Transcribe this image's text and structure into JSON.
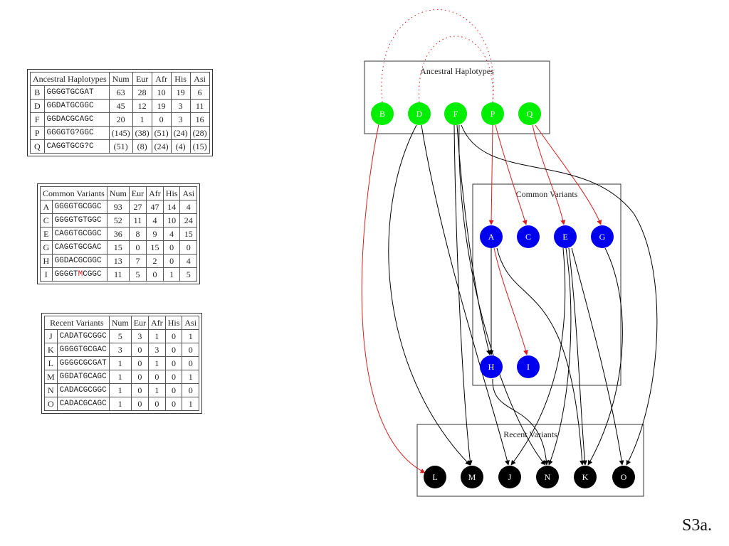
{
  "figure_label": "S3a.",
  "tables": {
    "ancestral": {
      "title": "Ancestral Haplotypes",
      "columns": [
        "Num",
        "Eur",
        "Afr",
        "His",
        "Asi"
      ],
      "rows": [
        {
          "id": "B",
          "seq": "GGGGTGCGAT",
          "vals": [
            "63",
            "28",
            "10",
            "19",
            "6"
          ]
        },
        {
          "id": "D",
          "seq": "GGDATGCGGC",
          "vals": [
            "45",
            "12",
            "19",
            "3",
            "11"
          ]
        },
        {
          "id": "F",
          "seq": "GGDACGCAGC",
          "vals": [
            "20",
            "1",
            "0",
            "3",
            "16"
          ]
        },
        {
          "id": "P",
          "seq": "GGGGTG?GGC",
          "vals": [
            "(145)",
            "(38)",
            "(51)",
            "(24)",
            "(28)"
          ]
        },
        {
          "id": "Q",
          "seq": "CAGGTGCG?C",
          "vals": [
            "(51)",
            "(8)",
            "(24)",
            "(4)",
            "(15)"
          ]
        }
      ]
    },
    "common": {
      "title": "Common Variants",
      "columns": [
        "Num",
        "Eur",
        "Afr",
        "His",
        "Asi"
      ],
      "rows": [
        {
          "id": "A",
          "seq": "GGGGTGCGGC",
          "vals": [
            "93",
            "27",
            "47",
            "14",
            "4"
          ]
        },
        {
          "id": "C",
          "seq": "GGGGTGTGGC",
          "vals": [
            "52",
            "11",
            "4",
            "10",
            "24"
          ]
        },
        {
          "id": "E",
          "seq": "CAGGTGCGGC",
          "vals": [
            "36",
            "8",
            "9",
            "4",
            "15"
          ]
        },
        {
          "id": "G",
          "seq": "CAGGTGCGAC",
          "vals": [
            "15",
            "0",
            "15",
            "0",
            "0"
          ]
        },
        {
          "id": "H",
          "seq": "GGDACGCGGC",
          "vals": [
            "13",
            "7",
            "2",
            "0",
            "4"
          ]
        },
        {
          "id": "I",
          "seq_pre": "GGGGT",
          "seq_mid": "M",
          "seq_post": "CGGC",
          "vals": [
            "11",
            "5",
            "0",
            "1",
            "5"
          ]
        }
      ]
    },
    "recent": {
      "title": "Recent Variants",
      "columns": [
        "Num",
        "Eur",
        "Afr",
        "His",
        "Asi"
      ],
      "rows": [
        {
          "id": "J",
          "seq": "CADATGCGGC",
          "vals": [
            "5",
            "3",
            "1",
            "0",
            "1"
          ]
        },
        {
          "id": "K",
          "seq": "GGGGTGCGAC",
          "vals": [
            "3",
            "0",
            "3",
            "0",
            "0"
          ]
        },
        {
          "id": "L",
          "seq": "GGGGCGCGAT",
          "vals": [
            "1",
            "0",
            "1",
            "0",
            "0"
          ]
        },
        {
          "id": "M",
          "seq": "GGDATGCAGC",
          "vals": [
            "1",
            "0",
            "0",
            "0",
            "1"
          ]
        },
        {
          "id": "N",
          "seq": "CADACGCGGC",
          "vals": [
            "1",
            "0",
            "1",
            "0",
            "0"
          ]
        },
        {
          "id": "O",
          "seq": "CADACGCAGC",
          "vals": [
            "1",
            "0",
            "0",
            "0",
            "1"
          ]
        }
      ]
    }
  },
  "graph": {
    "colors": {
      "ancestral": "#00ee00",
      "common": "#0000ee",
      "recent": "#000000",
      "red_edge": "#d62020",
      "black_edge": "#000000"
    },
    "clusters": [
      {
        "id": "ancestral",
        "label": "Ancestral Haplotypes"
      },
      {
        "id": "common",
        "label": "Common Variants"
      },
      {
        "id": "recent",
        "label": "Recent Variants"
      }
    ],
    "nodes": [
      {
        "id": "B",
        "group": "ancestral"
      },
      {
        "id": "D",
        "group": "ancestral"
      },
      {
        "id": "F",
        "group": "ancestral"
      },
      {
        "id": "P",
        "group": "ancestral"
      },
      {
        "id": "Q",
        "group": "ancestral"
      },
      {
        "id": "A",
        "group": "common"
      },
      {
        "id": "C",
        "group": "common"
      },
      {
        "id": "E",
        "group": "common"
      },
      {
        "id": "G",
        "group": "common"
      },
      {
        "id": "H",
        "group": "common"
      },
      {
        "id": "I",
        "group": "common"
      },
      {
        "id": "L",
        "group": "recent"
      },
      {
        "id": "M",
        "group": "recent"
      },
      {
        "id": "J",
        "group": "recent"
      },
      {
        "id": "N",
        "group": "recent"
      },
      {
        "id": "K",
        "group": "recent"
      },
      {
        "id": "O",
        "group": "recent"
      }
    ],
    "edges": [
      {
        "from": "B",
        "to": "L",
        "color": "red"
      },
      {
        "from": "P",
        "to": "A",
        "color": "red"
      },
      {
        "from": "P",
        "to": "C",
        "color": "red"
      },
      {
        "from": "Q",
        "to": "E",
        "color": "red"
      },
      {
        "from": "Q",
        "to": "G",
        "color": "red"
      },
      {
        "from": "A",
        "to": "I",
        "color": "red"
      },
      {
        "from": "A",
        "to": "H",
        "color": "black"
      },
      {
        "from": "D",
        "to": "M",
        "color": "black"
      },
      {
        "from": "D",
        "to": "J",
        "color": "black"
      },
      {
        "from": "F",
        "to": "M",
        "color": "black"
      },
      {
        "from": "F",
        "to": "H",
        "color": "black"
      },
      {
        "from": "F",
        "to": "N",
        "color": "black"
      },
      {
        "from": "F",
        "to": "O",
        "color": "black"
      },
      {
        "from": "A",
        "to": "K",
        "color": "black"
      },
      {
        "from": "E",
        "to": "J",
        "color": "black"
      },
      {
        "from": "E",
        "to": "N",
        "color": "black"
      },
      {
        "from": "E",
        "to": "K",
        "color": "black"
      },
      {
        "from": "E",
        "to": "O",
        "color": "black"
      },
      {
        "from": "G",
        "to": "K",
        "color": "black"
      },
      {
        "from": "H",
        "to": "N",
        "color": "black"
      }
    ],
    "dotted_links": [
      {
        "from": "B",
        "to": "P"
      },
      {
        "from": "D",
        "to": "P"
      }
    ]
  }
}
